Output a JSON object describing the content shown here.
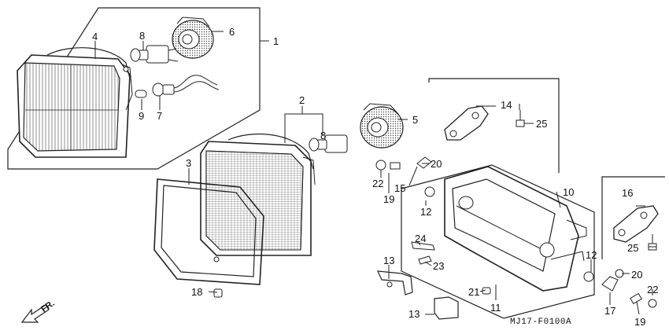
{
  "diagram_code": "MJ17-F0100A",
  "direction_label": "FR.",
  "callouts": {
    "c1": "1",
    "c2": "2",
    "c3": "3",
    "c4": "4",
    "c5": "5",
    "c6": "6",
    "c7": "7",
    "c8a": "8",
    "c8b": "8",
    "c9": "9",
    "c10": "10",
    "c11": "11",
    "c12a": "12",
    "c12b": "12",
    "c13a": "13",
    "c13b": "13",
    "c14": "14",
    "c15": "15",
    "c16": "16",
    "c17": "17",
    "c18": "18",
    "c19a": "19",
    "c19b": "19",
    "c20a": "20",
    "c20b": "20",
    "c21": "21",
    "c22a": "22",
    "c22b": "22",
    "c23": "23",
    "c24": "24",
    "c25a": "25",
    "c25b": "25"
  }
}
